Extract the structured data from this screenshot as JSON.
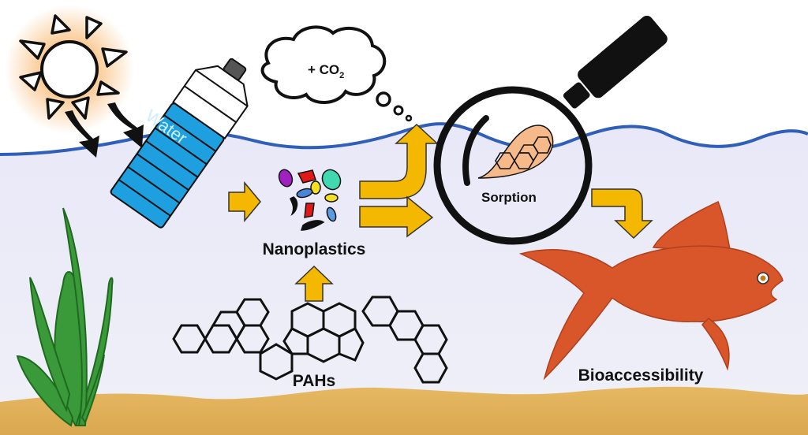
{
  "labels": {
    "co2_prefix": "+ CO",
    "co2_subscript": "2",
    "bottle": "Water",
    "nanoplastics": "Nanoplastics",
    "pahs": "PAHs",
    "sorption": "Sorption",
    "bioaccessibility": "Bioaccessibility"
  },
  "colors": {
    "water_line": "#2f5fb8",
    "water_fill": "#eaeaf7",
    "sky": "#ffffff",
    "arrow": "#f5b800",
    "bottle_blue": "#1ea0e0",
    "fish": "#d9552a",
    "sand": "#e0b060",
    "plant": "#2e8b2e",
    "sun_glow": "#f9c58a",
    "sorption_blob": "#f6b98a"
  },
  "nanoplastic_colors": [
    "#a020c0",
    "#e01818",
    "#40d8b0",
    "#f4e020",
    "#4a86d8",
    "#f4e020",
    "#111111",
    "#e01818",
    "#5a9ae0",
    "#111111"
  ]
}
